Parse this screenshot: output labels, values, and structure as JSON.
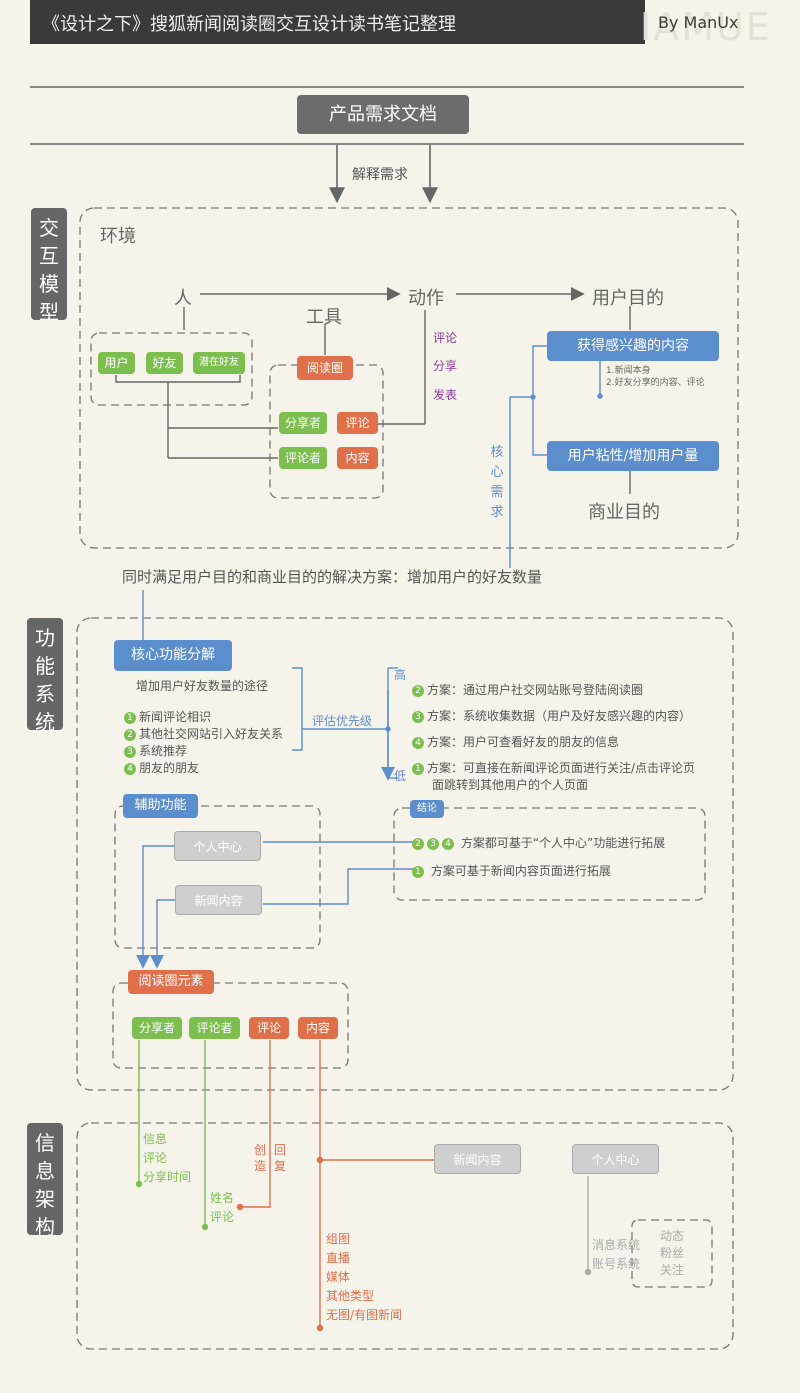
{
  "header": {
    "title": "《设计之下》搜狐新闻阅读圈交互设计读书笔记整理",
    "byline": "By ManUx",
    "watermark": "IAMUE"
  },
  "top": {
    "doc": "产品需求文档",
    "arrow_label": "解释需求"
  },
  "sections": {
    "interaction": "交互模型",
    "function": "功能系统",
    "info": "信息架构"
  },
  "model": {
    "env": "环境",
    "person": "人",
    "action": "动作",
    "tool": "工具",
    "user_goal": "用户目的",
    "people": [
      "用户",
      "好友",
      "潜在好友"
    ],
    "tool_name": "阅读圈",
    "roles": [
      "分享者",
      "评论者"
    ],
    "objects": [
      "评论",
      "内容"
    ],
    "verbs": [
      "评论",
      "分享",
      "发表"
    ],
    "goal1": "获得感兴趣的内容",
    "goal1_notes": [
      "1.新闻本身",
      "2.好友分享的内容、评论"
    ],
    "core_need": "核心需求",
    "goal2": "用户粘性/增加用户量",
    "biz_goal": "商业目的",
    "solution": "同时满足用户目的和商业目的的解决方案：增加用户的好友数量"
  },
  "func": {
    "core_title": "核心功能分解",
    "ways_title": "增加用户好友数量的途径",
    "ways": [
      {
        "n": "1",
        "text": "新闻评论相识"
      },
      {
        "n": "2",
        "text": "其他社交网站引入好友关系"
      },
      {
        "n": "3",
        "text": "系统推荐"
      },
      {
        "n": "4",
        "text": "朋友的朋友"
      }
    ],
    "priority": "评估优先级",
    "high": "高",
    "low": "低",
    "plans": [
      {
        "n": "2",
        "text": "方案：通过用户社交网站账号登陆阅读圈"
      },
      {
        "n": "3",
        "text": "方案：系统收集数据（用户及好友感兴趣的内容）"
      },
      {
        "n": "4",
        "text": "方案：用户可查看好友的朋友的信息"
      },
      {
        "n": "1",
        "text": "方案：可直接在新闻评论页面进行关注/点击评论页",
        "text2": "面跳转到其他用户的个人页面"
      }
    ],
    "aux_title": "辅助功能",
    "aux_items": [
      "个人中心",
      "新闻内容"
    ],
    "conclusion_title": "结论",
    "conclusion_nums": [
      "2",
      "3",
      "4"
    ],
    "conclusion1": "方案都可基于“个人中心”功能进行拓展",
    "conclusion2_n": "1",
    "conclusion2": "方案可基于新闻内容页面进行拓展",
    "elements_title": "阅读圈元素",
    "elements": [
      "分享者",
      "评论者",
      "评论",
      "内容"
    ]
  },
  "ia": {
    "sharer_attrs": [
      "信息",
      "评论",
      "分享时间"
    ],
    "commenter_attrs": [
      "姓名",
      "评论"
    ],
    "comment_attrs": [
      "创造",
      "回复"
    ],
    "news": "新闻内容",
    "center": "个人中心",
    "content_types": [
      "组图",
      "直播",
      "媒体",
      "其他类型",
      "无图/有图新闻"
    ],
    "center_sys": [
      "消息系统",
      "账号系统"
    ],
    "center_sub": [
      "动态",
      "粉丝",
      "关注"
    ]
  },
  "colors": {
    "green": "#7cbf4e",
    "orange": "#e0704a",
    "blue": "#5b8ecc",
    "purple": "#8b3a9c",
    "dark": "#666666"
  }
}
